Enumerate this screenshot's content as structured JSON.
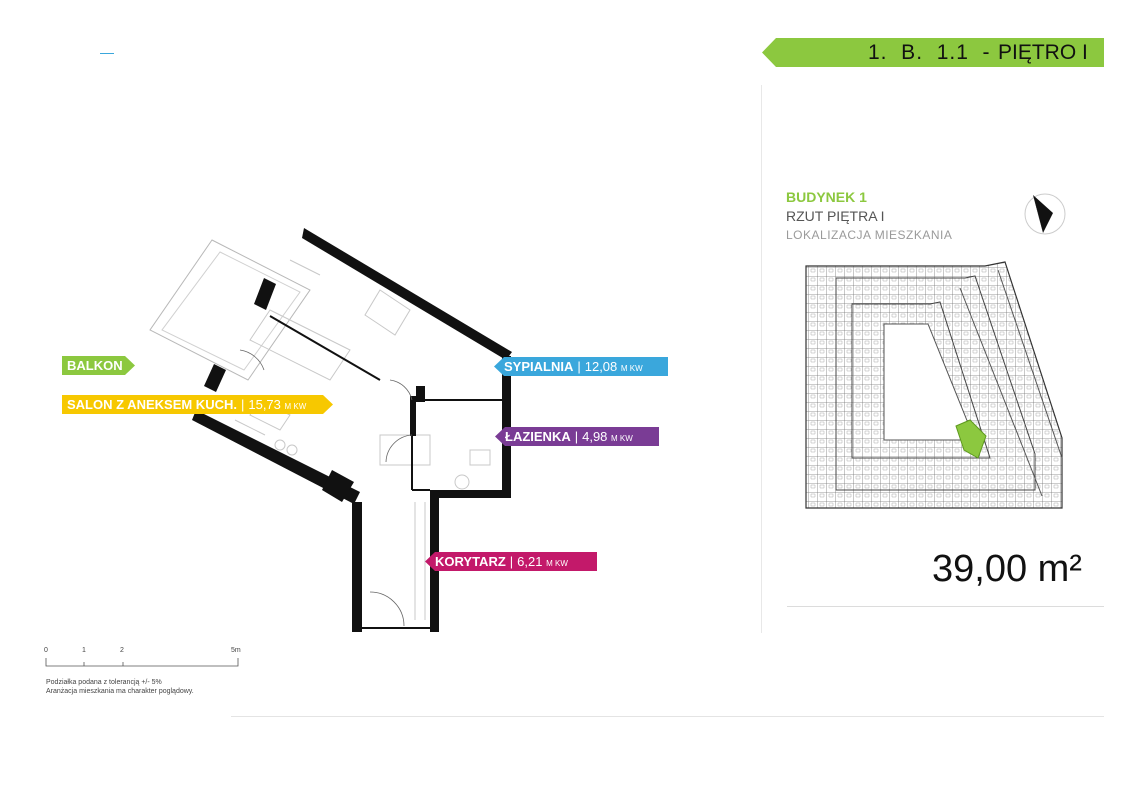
{
  "header": {
    "unit_code": "1.  B.  1.1  -",
    "floor": "PIĘTRO I"
  },
  "building": {
    "title": "BUDYNEK 1",
    "subtitle": "RZUT PIĘTRA I",
    "location_label": "LOKALIZACJA MIESZKANIA"
  },
  "total_area": "39,00 m²",
  "rooms": {
    "balkon": {
      "name": "BALKON"
    },
    "salon": {
      "name": "SALON Z ANEKSEM KUCH.",
      "area": "15,73",
      "unit": "M KW"
    },
    "sypialnia": {
      "name": "SYPIALNIA",
      "area": "12,08",
      "unit": "M KW"
    },
    "lazienka": {
      "name": "ŁAZIENKA",
      "area": "4,98",
      "unit": "M KW"
    },
    "korytarz": {
      "name": "KORYTARZ",
      "area": "6,21",
      "unit": "M KW"
    }
  },
  "scale": {
    "labels": [
      "0",
      "1",
      "2",
      "5m"
    ],
    "note_1": "Podziałka podana z tolerancją +/- 5%",
    "note_2": "Aranżacja mieszkania ma charakter poglądowy."
  },
  "colors": {
    "green": "#8cc83f",
    "yellow": "#f7c800",
    "blue": "#3aa7dc",
    "purple": "#7a3c95",
    "magenta": "#c3196a"
  },
  "icons": {
    "compass": "north-arrow-icon"
  }
}
